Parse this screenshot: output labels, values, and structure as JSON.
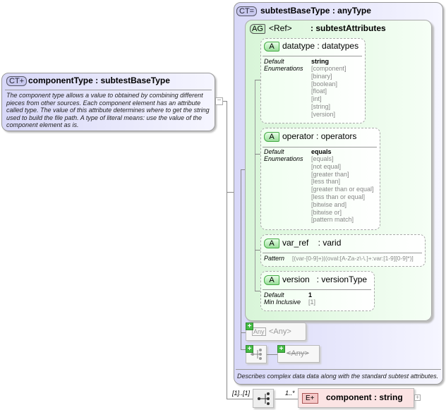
{
  "component_type": {
    "badge": "CT+",
    "title": "componentType : subtestBaseType",
    "description": "The component type allows a value to obtained by combining different pieces from other sources.  Each component element has an attribute called type.  The value of this attribute determines where to get the string used to build the file path.  A type of literal means: use the value of the component element as is."
  },
  "base_type": {
    "badge": "CT=",
    "title": "subtestBaseType : anyType",
    "description": "Describes complex data data along with the standard subtest attributes."
  },
  "attr_group": {
    "badge": "AG",
    "ref": "<Ref>",
    "name": ": subtestAttributes"
  },
  "attributes": [
    {
      "badge": "A",
      "title": "datatype : datatypes",
      "default_label": "Default",
      "default": "string",
      "enum_label": "Enumerations",
      "enums": [
        "[component]",
        "[binary]",
        "[boolean]",
        "[float]",
        "[int]",
        "[string]",
        "[version]"
      ]
    },
    {
      "badge": "A",
      "title": "operator : operators",
      "default_label": "Default",
      "default": "equals",
      "enum_label": "Enumerations",
      "enums": [
        "[equals]",
        "[not equal]",
        "[greater than]",
        "[less than]",
        "[greater than or equal]",
        "[less than or equal]",
        "[bitwise and]",
        "[bitwise or]",
        "[pattern match]"
      ]
    },
    {
      "badge": "A",
      "title": "var_ref    : varid",
      "pattern_label": "Pattern",
      "pattern": "[(var-[0-9]+)|(oval:[A-Za-z\\-\\.]+:var:[1-9][0-9]*)]"
    },
    {
      "badge": "A",
      "title": "version   : versionType",
      "default_label": "Default",
      "default": "1",
      "min_label": "Min Inclusive",
      "min": "[1]"
    }
  ],
  "any_attr": {
    "badge": "Any",
    "label": "<Any>"
  },
  "any_elem": {
    "label": "<Any>"
  },
  "sequence": {
    "occurs": "[1]..[1]",
    "child_occurs": "1..*"
  },
  "component_element": {
    "badge": "E+",
    "title": "component : string"
  }
}
